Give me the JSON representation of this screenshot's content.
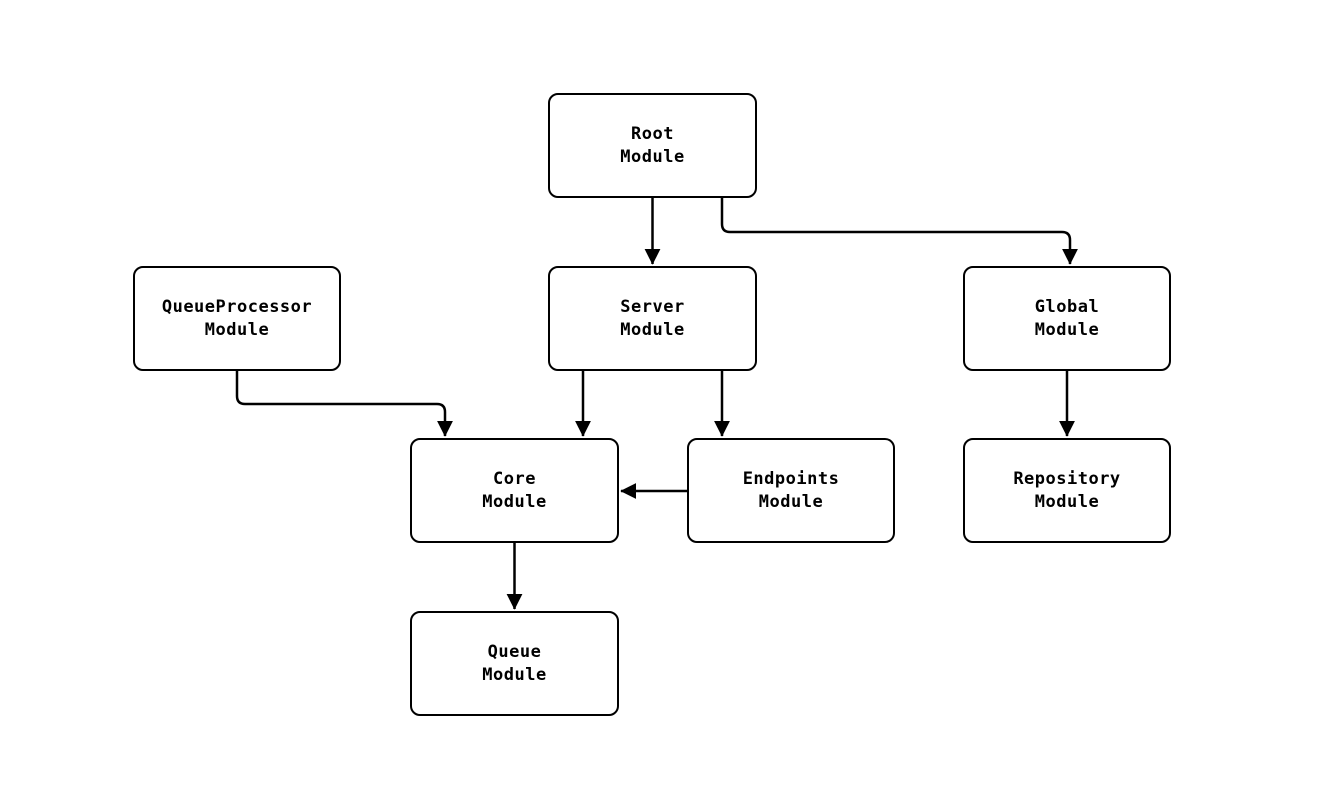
{
  "diagram": {
    "type": "module-dependency-flowchart",
    "colors": {
      "background": "#ffffff",
      "node_fill": "#ffffff",
      "node_border": "#000000",
      "edge": "#000000",
      "text": "#000000"
    },
    "nodes": [
      {
        "id": "root",
        "label": "Root\nModule"
      },
      {
        "id": "queueprocessor",
        "label": "QueueProcessor\nModule"
      },
      {
        "id": "server",
        "label": "Server\nModule"
      },
      {
        "id": "global",
        "label": "Global\nModule"
      },
      {
        "id": "core",
        "label": "Core\nModule"
      },
      {
        "id": "endpoints",
        "label": "Endpoints\nModule"
      },
      {
        "id": "repository",
        "label": "Repository\nModule"
      },
      {
        "id": "queue",
        "label": "Queue\nModule"
      }
    ],
    "edges": [
      {
        "from": "root",
        "to": "server"
      },
      {
        "from": "root",
        "to": "global"
      },
      {
        "from": "queueprocessor",
        "to": "core"
      },
      {
        "from": "server",
        "to": "core"
      },
      {
        "from": "server",
        "to": "endpoints"
      },
      {
        "from": "endpoints",
        "to": "core"
      },
      {
        "from": "global",
        "to": "repository"
      },
      {
        "from": "core",
        "to": "queue"
      }
    ]
  }
}
